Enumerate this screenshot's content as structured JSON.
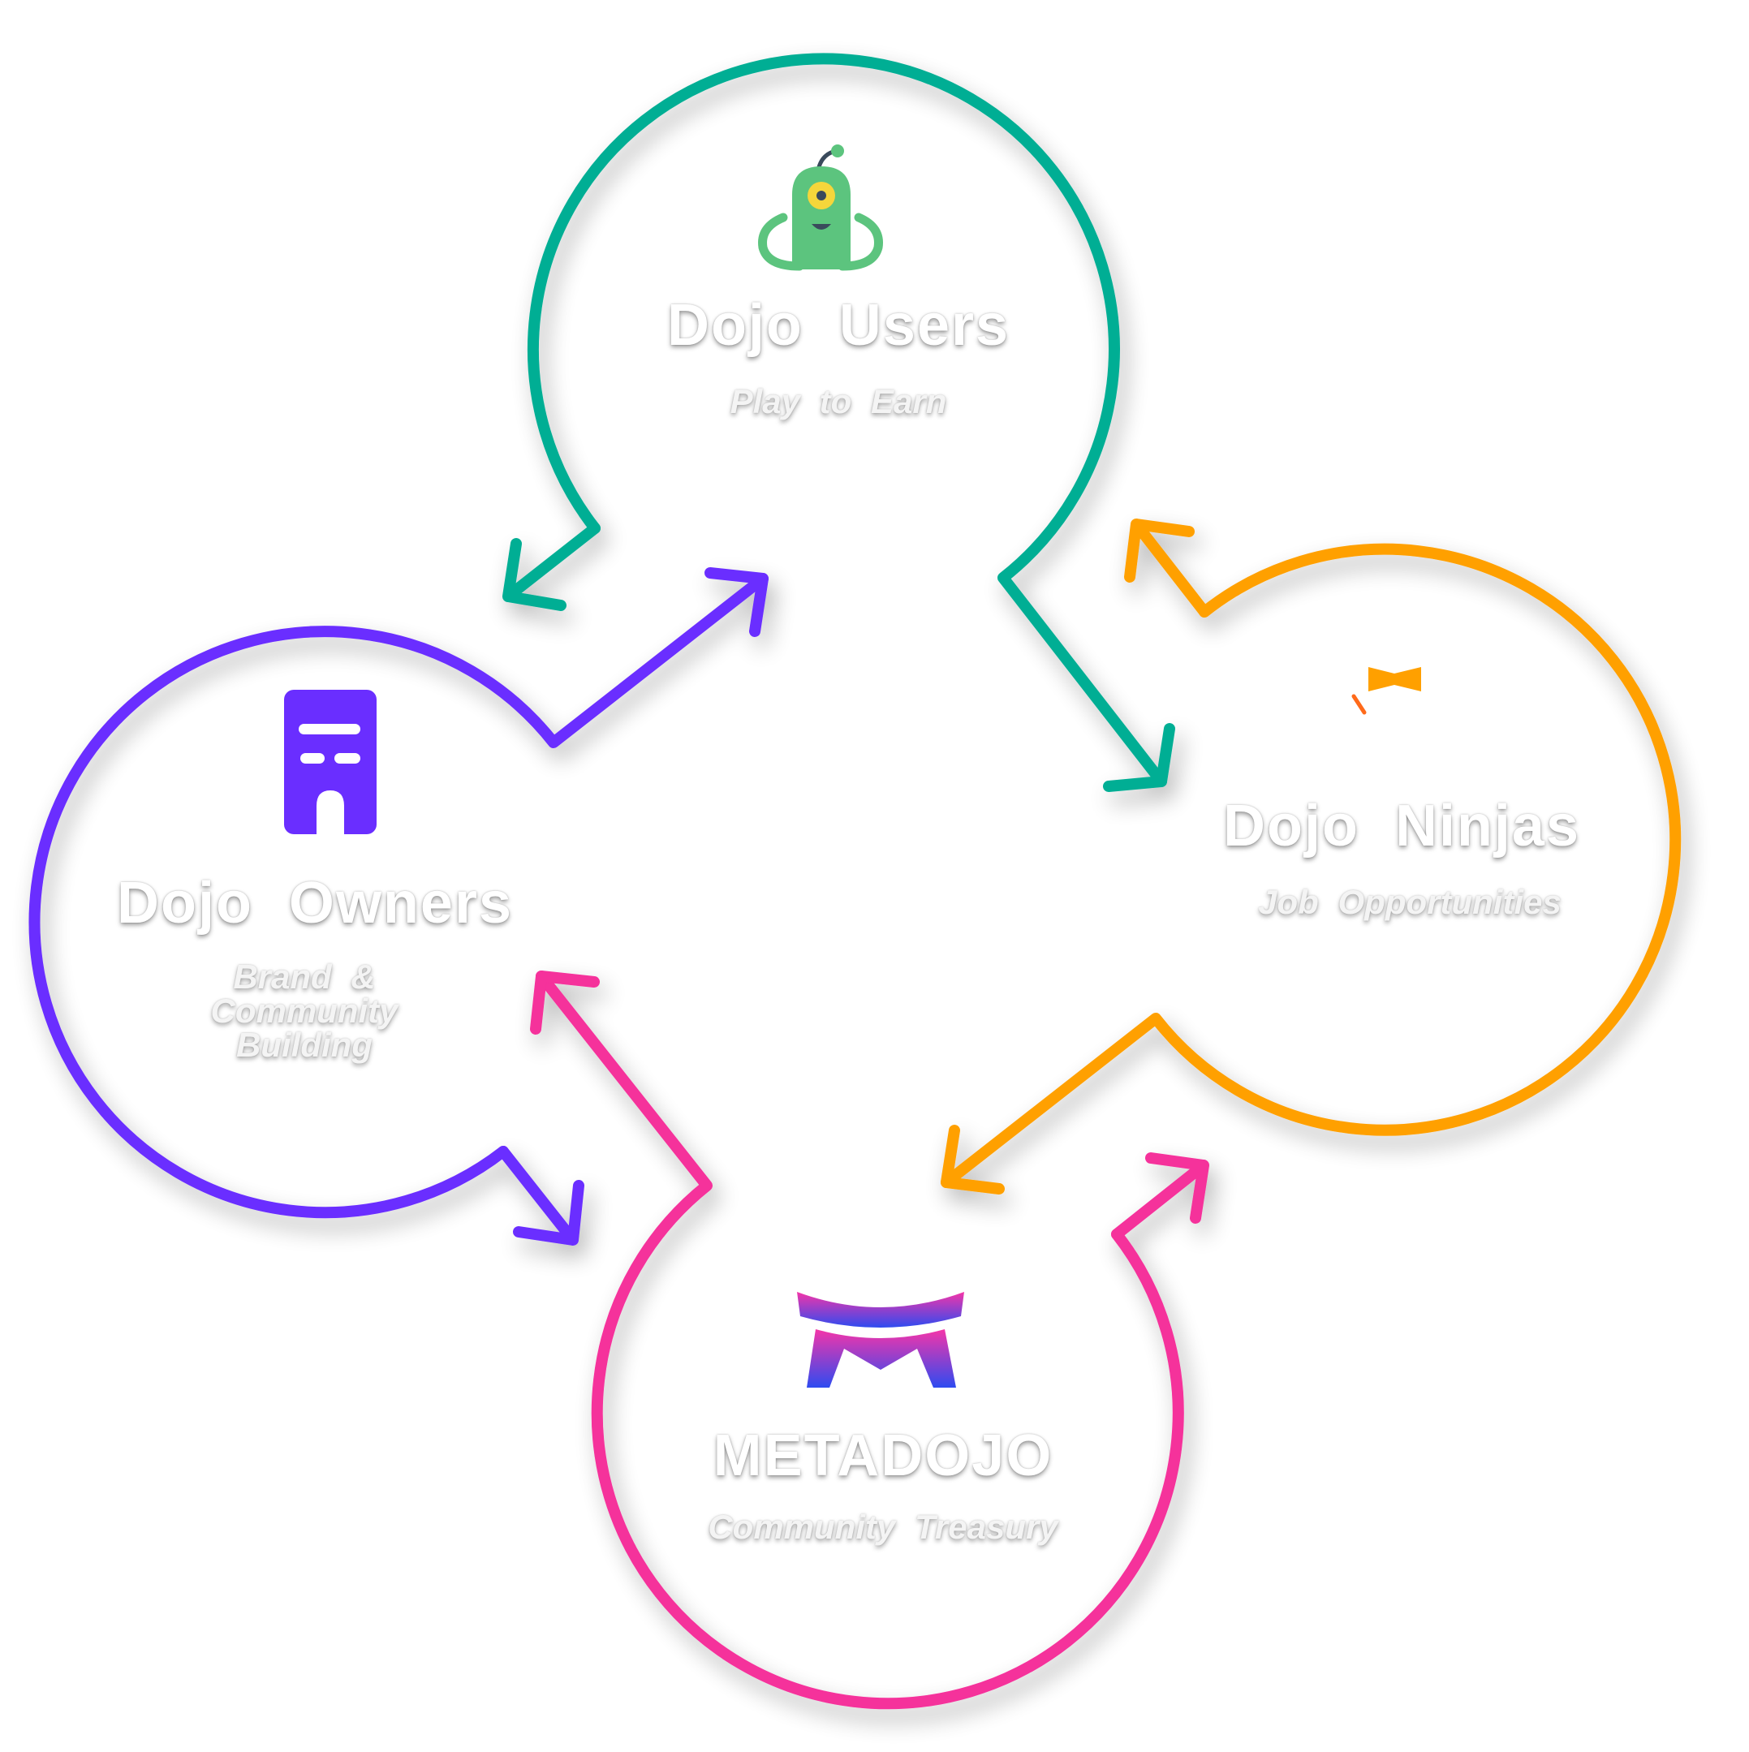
{
  "nodes": [
    {
      "id": "dojo-users",
      "title": "Dojo Users",
      "subtitle": "Play to Earn",
      "color": "#00AE94",
      "icon": "green-robot-icon"
    },
    {
      "id": "dojo-ninjas",
      "title": "Dojo Ninjas",
      "subtitle": "Job Opportunities",
      "color": "#FFA000",
      "icon": "ninja-icon"
    },
    {
      "id": "metadojo",
      "title": "METADOJO",
      "subtitle": "Community Treasury",
      "color": "#F5309B",
      "icon": "dojo-gate-icon",
      "icon_gradient": [
        "#F535A8",
        "#2E4BF0"
      ]
    },
    {
      "id": "dojo-owners",
      "title": "Dojo Owners",
      "subtitle": "Brand & Community Building",
      "color": "#6A2EFF",
      "icon": "building-icon"
    }
  ]
}
